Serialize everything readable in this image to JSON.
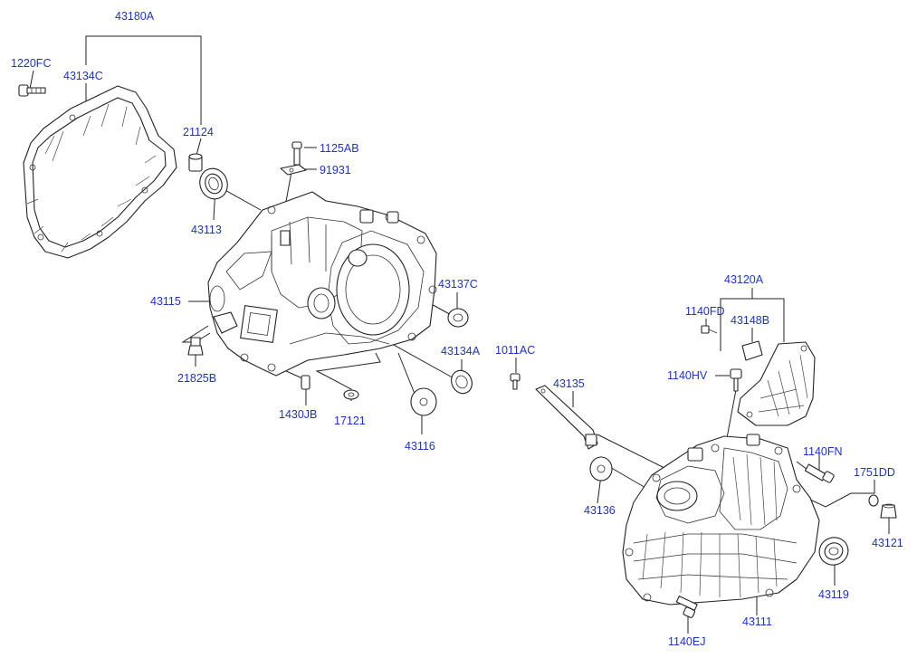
{
  "labels": {
    "l_43180A": "43180A",
    "l_1220FC": "1220FC",
    "l_43134C": "43134C",
    "l_21124": "21124",
    "l_1125AB": "1125AB",
    "l_91931": "91931",
    "l_43113": "43113",
    "l_43115": "43115",
    "l_43137C": "43137C",
    "l_21825B": "21825B",
    "l_43134A": "43134A",
    "l_1011AC": "1011AC",
    "l_43135": "43135",
    "l_1430JB": "1430JB",
    "l_17121": "17121",
    "l_43116": "43116",
    "l_43120A": "43120A",
    "l_1140FD": "1140FD",
    "l_43148B": "43148B",
    "l_1140HV": "1140HV",
    "l_1140FN": "1140FN",
    "l_1751DD": "1751DD",
    "l_43136": "43136",
    "l_43121": "43121",
    "l_43119": "43119",
    "l_43111": "43111",
    "l_1140EJ": "1140EJ"
  }
}
